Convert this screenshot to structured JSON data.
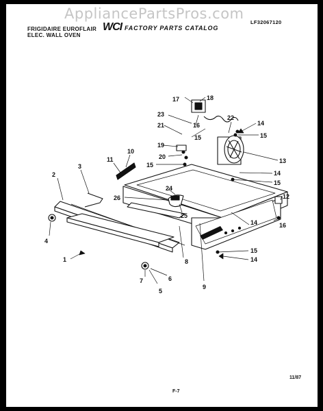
{
  "watermark": "AppliancePartsPros.com",
  "header": {
    "brand_line": "FRIGIDAIRE EUROFLAIR",
    "model_line": "ELEC. WALL OVEN",
    "logo": "WCI",
    "catalog": "FACTORY PARTS CATALOG",
    "model_code": "LF32067120"
  },
  "footer": {
    "page": "F-7",
    "date": "11/87"
  },
  "callouts": [
    "1",
    "2",
    "3",
    "4",
    "5",
    "6",
    "7",
    "8",
    "9",
    "10",
    "11",
    "12",
    "13",
    "14",
    "14",
    "14",
    "14",
    "15",
    "15",
    "15",
    "15",
    "15",
    "16",
    "16",
    "17",
    "18",
    "19",
    "20",
    "21",
    "22",
    "23",
    "24",
    "25",
    "26"
  ]
}
